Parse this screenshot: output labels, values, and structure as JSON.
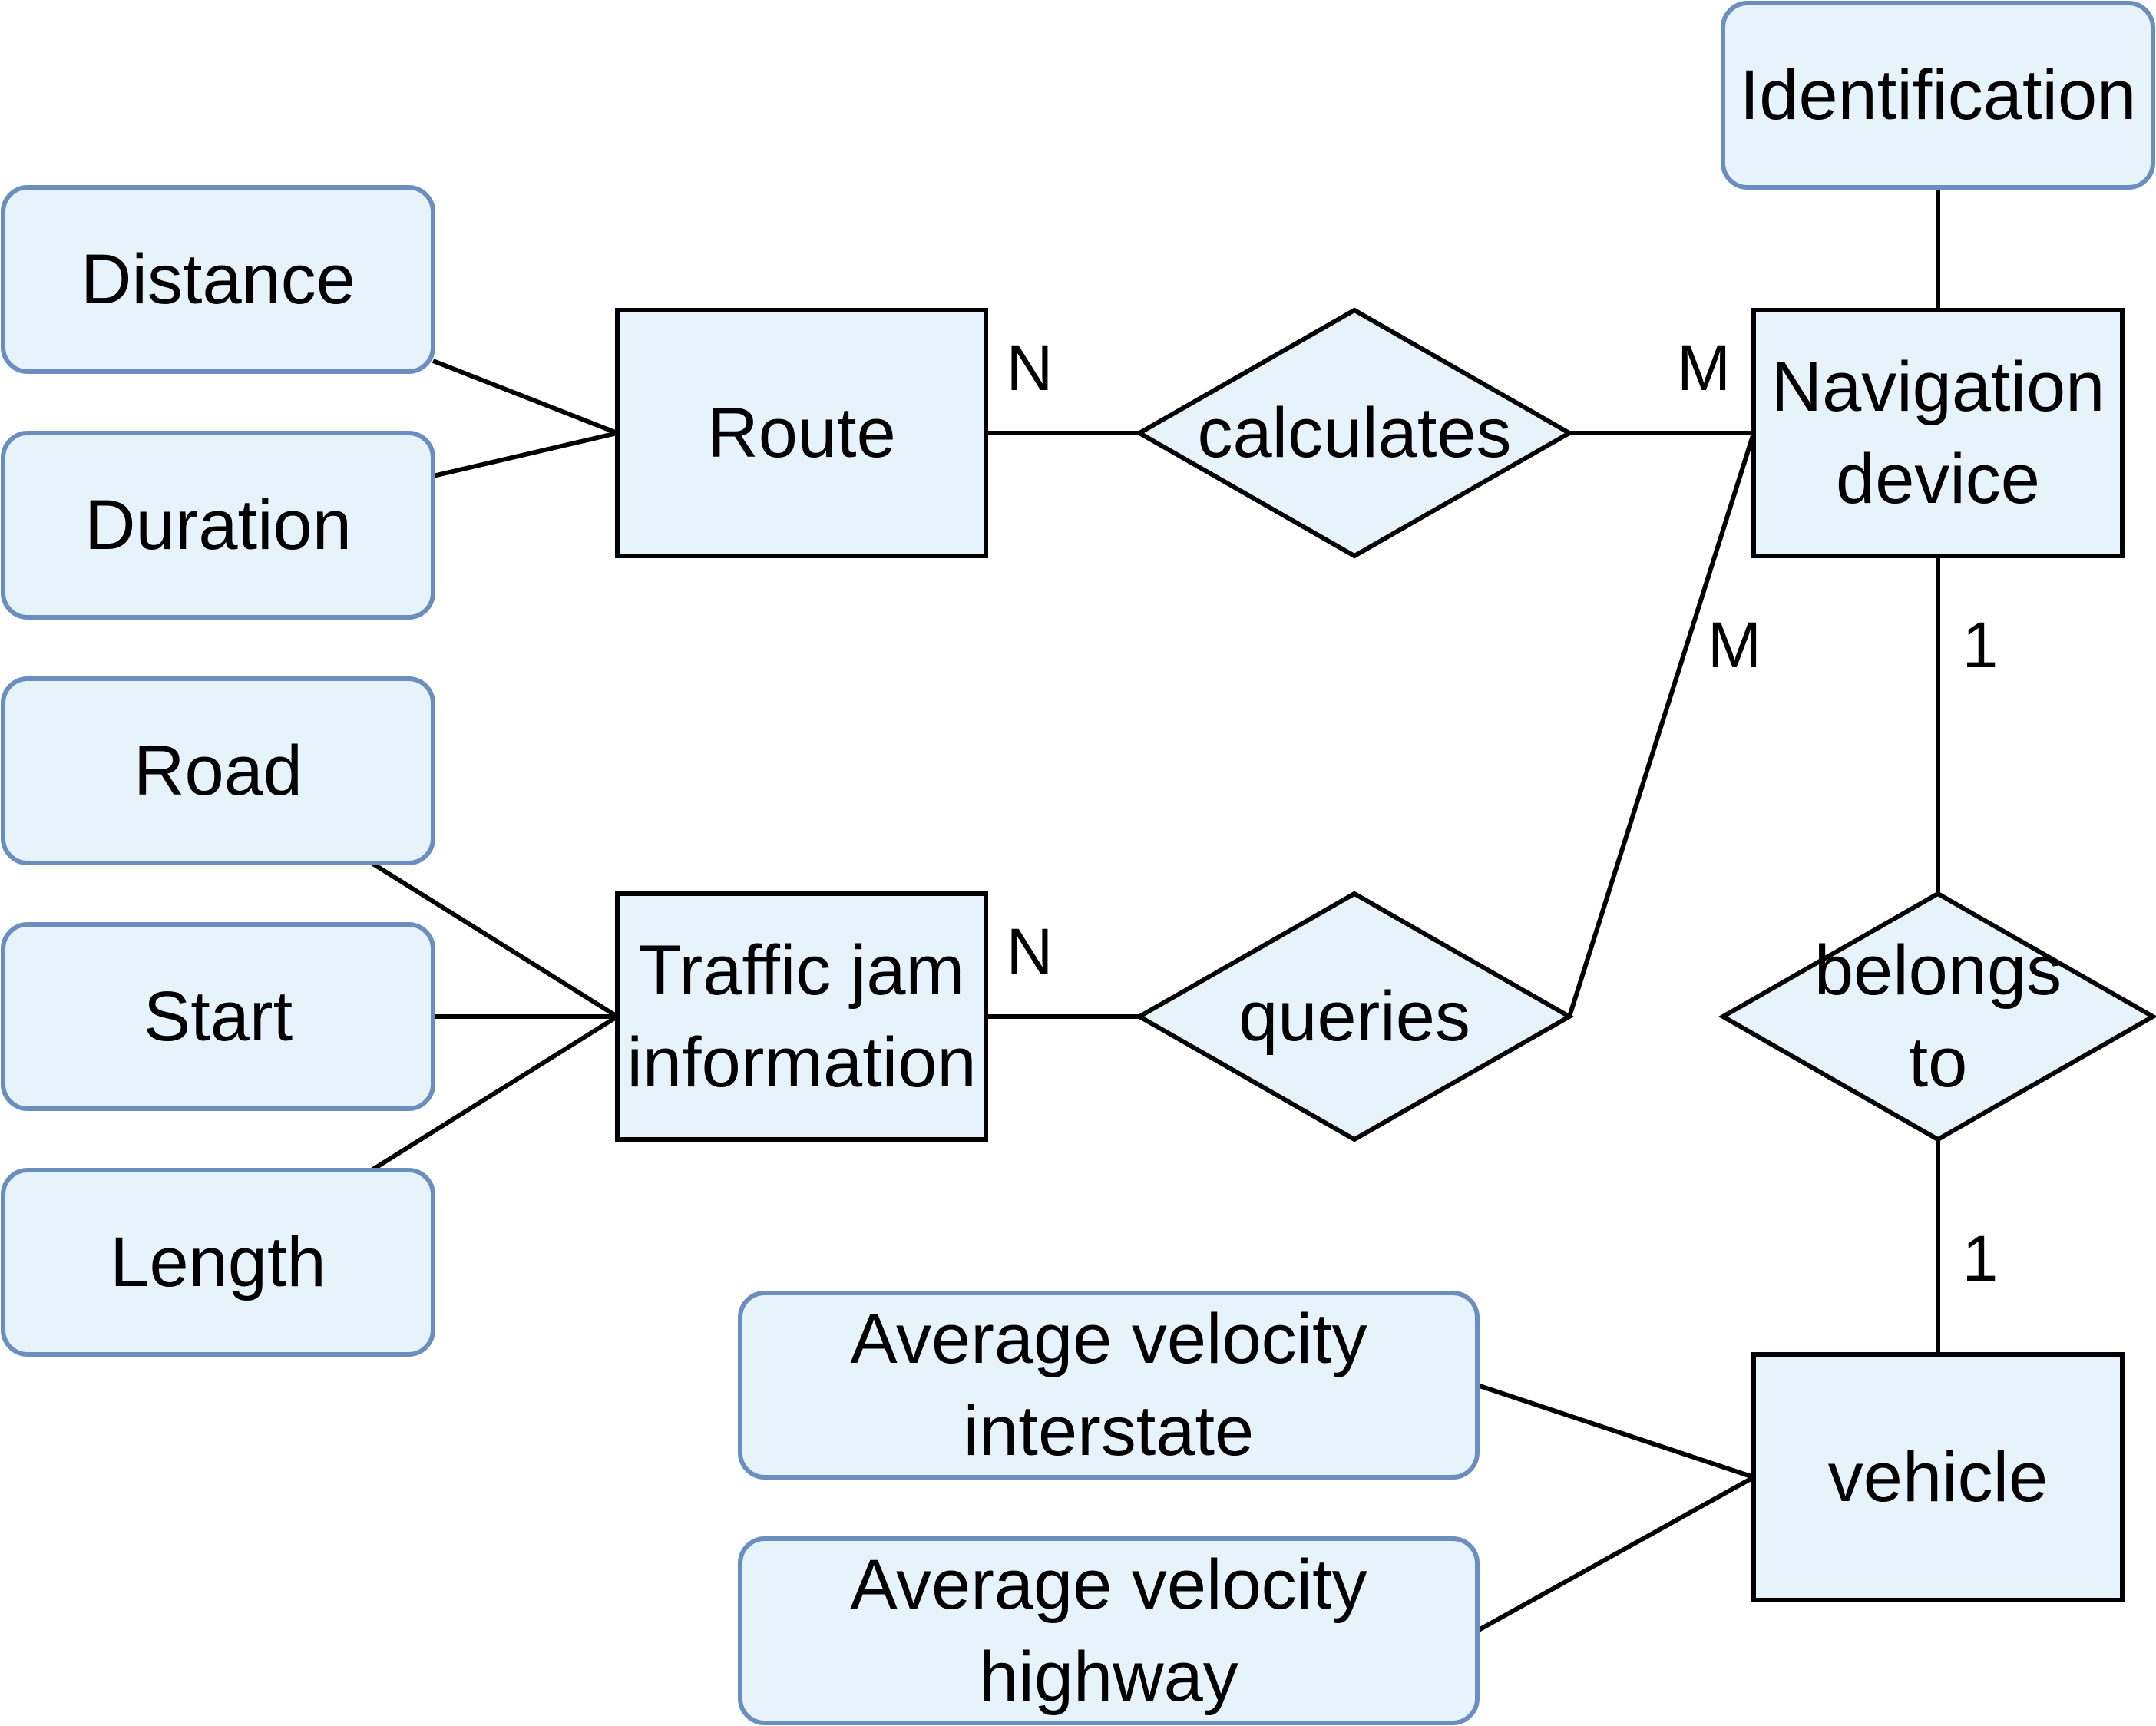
{
  "colors": {
    "entity_fill": "#e6f3fb",
    "entity_stroke": "#000000",
    "attribute_fill": "#e6f3fb",
    "attribute_stroke": "#6c8ebf",
    "relationship_fill": "#e6f3fb",
    "line": "#000000"
  },
  "entities": {
    "route": "Route",
    "navigation_device": [
      "Navigation",
      "device"
    ],
    "traffic_jam_information": [
      "Traffic jam",
      "information"
    ],
    "vehicle": "vehicle"
  },
  "relationships": {
    "calculates": "calculates",
    "queries": "queries",
    "belongs_to": [
      "belongs",
      "to"
    ]
  },
  "attributes": {
    "identification": "Identification",
    "distance": "Distance",
    "duration": "Duration",
    "road": "Road",
    "start": "Start",
    "length": "Length",
    "avg_velocity_interstate": [
      "Average velocity",
      "interstate"
    ],
    "avg_velocity_highway": [
      "Average velocity",
      "highway"
    ]
  },
  "cardinalities": {
    "route_calculates": "N",
    "calculates_navigation": "M",
    "queries_navigation": "M",
    "navigation_belongs": "1",
    "traffic_queries": "N",
    "belongs_vehicle": "1"
  }
}
